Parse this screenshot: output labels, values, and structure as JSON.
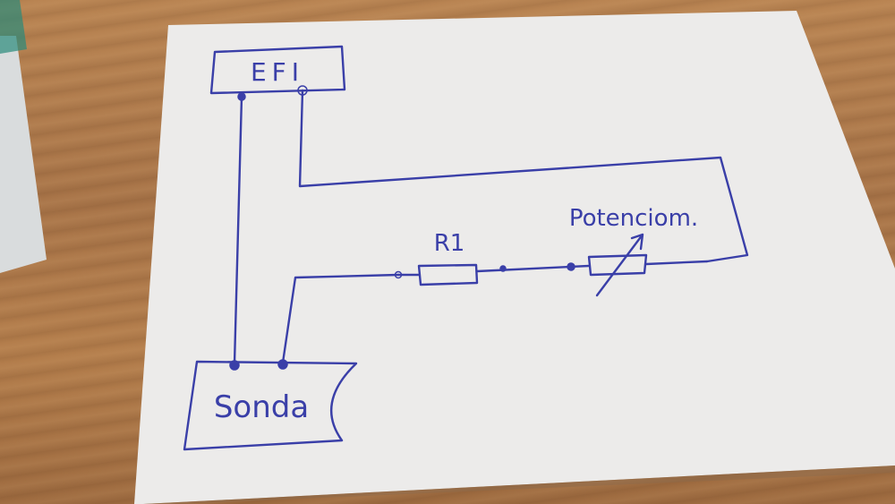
{
  "diagram": {
    "blocks": {
      "efi": {
        "label": "EFI"
      },
      "sonda": {
        "label": "Sonda"
      }
    },
    "components": {
      "resistor": {
        "label": "R1"
      },
      "potentiometer": {
        "label": "Potenciom."
      }
    },
    "colors": {
      "ink": "#3a3fa8",
      "paper": "#ecebea",
      "desk": "#b07a4a"
    }
  }
}
